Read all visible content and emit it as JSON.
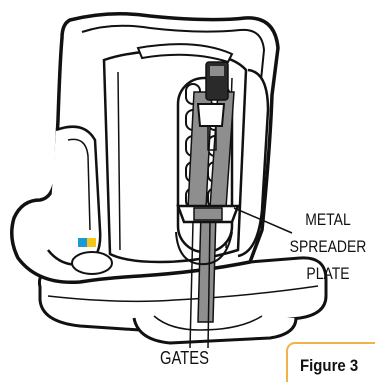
{
  "labels": {
    "plate_lines": [
      "METAL",
      "SPREADER",
      "PLATE"
    ],
    "gates": "GATES",
    "figure": "Figure 3"
  },
  "colors": {
    "outline": "#111111",
    "strap": "#8e8e8e",
    "shell_shadow": "#c8c8c8",
    "accent_blue": "#1a9ad6",
    "accent_yellow": "#f5c518",
    "figure_tab": "#f1b24a"
  }
}
